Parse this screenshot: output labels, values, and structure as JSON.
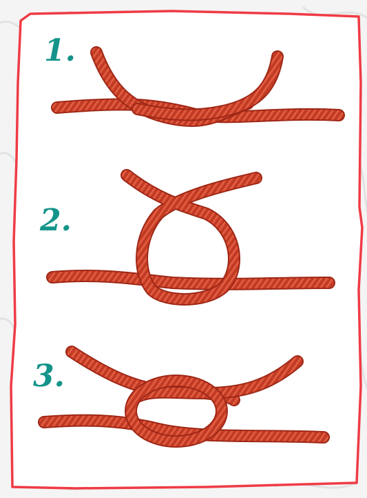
{
  "colors": {
    "page_background": "#f4f4f4",
    "card_background": "#ffffff",
    "card_border": "#ef3b45",
    "step_number": "#14948a",
    "rope_main": "#d4452c",
    "rope_dark": "#9e2716",
    "rope_light": "#ef7858",
    "background_pattern": "#e4e4e4"
  },
  "steps": [
    {
      "label": "1.",
      "illustration": "rope-crossing-step-1"
    },
    {
      "label": "2.",
      "illustration": "rope-loop-step-2"
    },
    {
      "label": "3.",
      "illustration": "rope-knot-step-3"
    }
  ]
}
